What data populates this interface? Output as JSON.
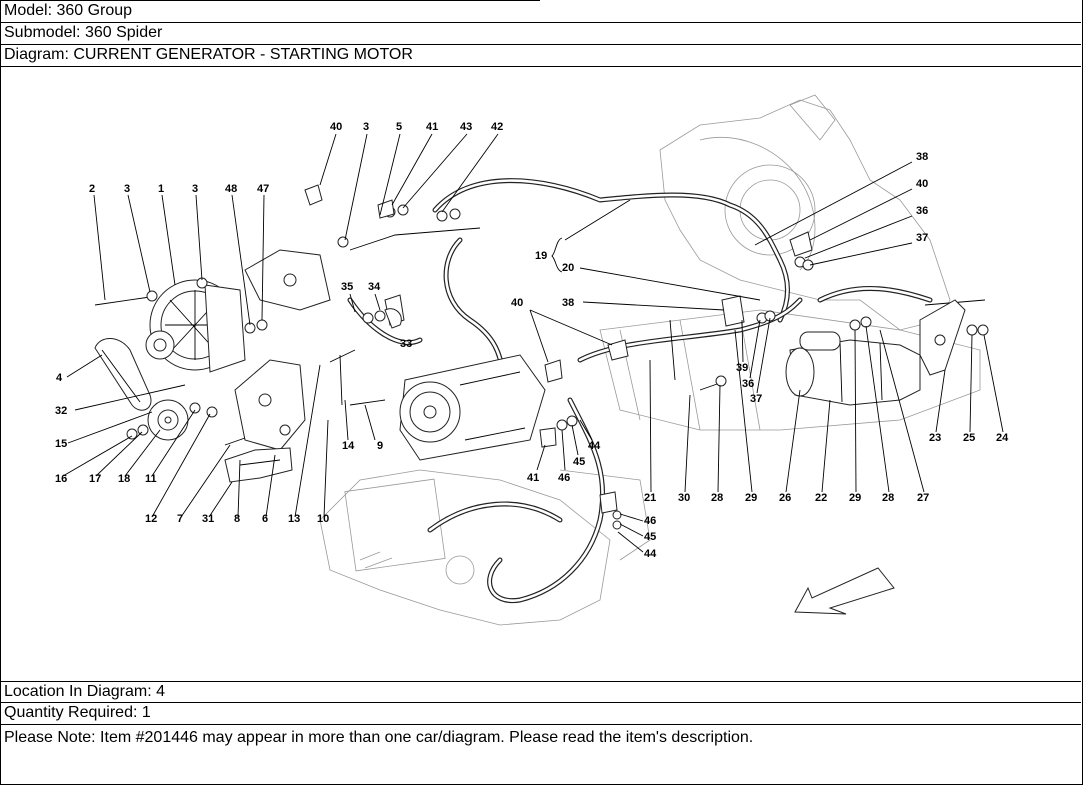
{
  "header": {
    "model": "Model: 360 Group",
    "submodel": "Submodel: 360 Spider",
    "diagram": "Diagram: CURRENT GENERATOR - STARTING MOTOR"
  },
  "footer": {
    "location": "Location In Diagram: 4",
    "quantity": "Quantity Required: 1",
    "note": "Please Note: Item #201446 may appear in more than one car/diagram. Please read the item's description."
  },
  "callouts": {
    "c40a": "40",
    "c3a": "3",
    "c5": "5",
    "c41a": "41",
    "c43": "43",
    "c42": "42",
    "c38a": "38",
    "c40b": "40",
    "c36a": "36",
    "c37a": "37",
    "c2": "2",
    "c3b": "3",
    "c1": "1",
    "c3c": "3",
    "c48": "48",
    "c47": "47",
    "c19": "19",
    "c20": "20",
    "c35": "35",
    "c34": "34",
    "c33": "33",
    "c40c": "40",
    "c38b": "38",
    "c4": "4",
    "c32": "32",
    "c15": "15",
    "c16": "16",
    "c17": "17",
    "c18": "18",
    "c11": "11",
    "c12": "12",
    "c7": "7",
    "c31": "31",
    "c8": "8",
    "c6": "6",
    "c13": "13",
    "c10": "10",
    "c14": "14",
    "c9": "9",
    "c41b": "41",
    "c46a": "46",
    "c45a": "45",
    "c44a": "44",
    "c39": "39",
    "c36b": "36",
    "c37b": "37",
    "c21": "21",
    "c30": "30",
    "c28a": "28",
    "c29a": "29",
    "c26": "26",
    "c22": "22",
    "c29b": "29",
    "c28b": "28",
    "c27": "27",
    "c23": "23",
    "c25": "25",
    "c24": "24",
    "c46b": "46",
    "c45b": "45",
    "c44b": "44"
  }
}
